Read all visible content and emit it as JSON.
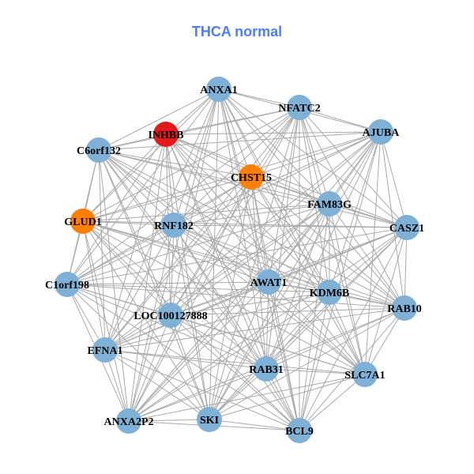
{
  "title": "THCA normal",
  "colors": {
    "default": "#7eb1d5",
    "red": "#e31a1c",
    "orange": "#ff7f00",
    "edge": "#aaaaaa",
    "title": "#4f7df9"
  },
  "nodes": [
    {
      "id": "ANXA1",
      "color": "default"
    },
    {
      "id": "NFATC2",
      "color": "default"
    },
    {
      "id": "AJUBA",
      "color": "default"
    },
    {
      "id": "INHBB",
      "color": "red"
    },
    {
      "id": "C6orf132",
      "color": "default"
    },
    {
      "id": "CHST15",
      "color": "orange"
    },
    {
      "id": "FAM83G",
      "color": "default"
    },
    {
      "id": "GLUD1",
      "color": "orange"
    },
    {
      "id": "RNF182",
      "color": "default"
    },
    {
      "id": "CASZ1",
      "color": "default"
    },
    {
      "id": "C1orf198",
      "color": "default"
    },
    {
      "id": "AWAT1",
      "color": "default"
    },
    {
      "id": "KDM6B",
      "color": "default"
    },
    {
      "id": "RAB10",
      "color": "default"
    },
    {
      "id": "LOC100127888",
      "color": "default"
    },
    {
      "id": "EFNA1",
      "color": "default"
    },
    {
      "id": "RAB31",
      "color": "default"
    },
    {
      "id": "SLC7A1",
      "color": "default"
    },
    {
      "id": "ANXA2P2",
      "color": "default"
    },
    {
      "id": "SKI",
      "color": "default"
    },
    {
      "id": "BCL9",
      "color": "default"
    }
  ],
  "edges": "all-pairs"
}
